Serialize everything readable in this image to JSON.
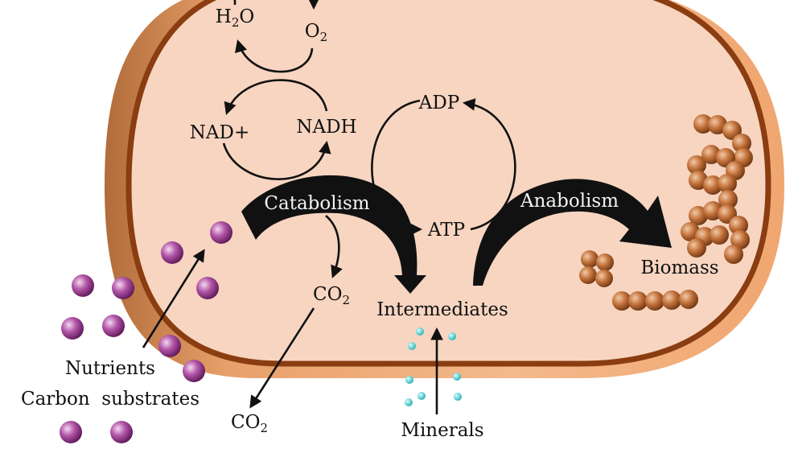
{
  "labels": {
    "h2o": "H2O",
    "o2": "O2",
    "nad": "NAD+",
    "nadh": "NADH",
    "adp": "ADP",
    "atp": "ATP",
    "catabolism": "Catabolism",
    "anabolism": "Anabolism",
    "co2_inner": "CO2",
    "co2_outer": "CO2",
    "intermediates": "Intermediates",
    "biomass": "Biomass",
    "nutrients": "Nutrients",
    "carbon_substrates": "Carbon  substrates",
    "minerals": "Minerals"
  },
  "colors": {
    "cell_fill": "#f7d5c1",
    "cell_border": "#8a3d10",
    "outer_shade": "#e0955a",
    "nutrient": "#9b3a8f",
    "mineral": "#3cc7c7",
    "biomass": "#b5652d",
    "arrow": "#111111"
  }
}
